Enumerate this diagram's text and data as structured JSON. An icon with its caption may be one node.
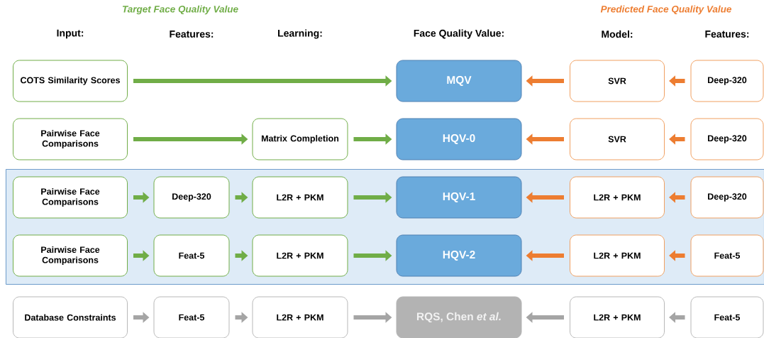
{
  "diagram": {
    "nodes": [
      {
        "text": [],
        "shape": "band"
      },
      {
        "text": [
          "COTS Similarity Scores"
        ]
      },
      {
        "text": [
          "MQV"
        ]
      },
      {
        "text": [
          "SVR"
        ]
      },
      {
        "text": [
          "Deep-320"
        ]
      },
      {
        "text": [
          "Pairwise Face Comparisons"
        ]
      },
      {
        "text": [
          "Matrix Completion"
        ]
      },
      {
        "text": [
          "HQV-0"
        ]
      },
      {
        "text": [
          "SVR"
        ]
      },
      {
        "text": [
          "Deep-320"
        ]
      },
      {
        "text": [
          "Pairwise Face Comparisons"
        ],
        "in": 0
      },
      {
        "text": [
          "Deep-320"
        ],
        "in": 0
      },
      {
        "text": [
          "L2R + PKM"
        ],
        "in": 0
      },
      {
        "text": [
          "HQV-1"
        ],
        "in": 0
      },
      {
        "text": [
          "L2R + PKM"
        ],
        "in": 0
      },
      {
        "text": [
          "Deep-320"
        ],
        "in": 0
      },
      {
        "text": [
          "Pairwise Face Comparisons"
        ],
        "in": 0
      },
      {
        "text": [
          "Feat-5"
        ],
        "in": 0
      },
      {
        "text": [
          "L2R + PKM"
        ],
        "in": 0
      },
      {
        "text": [
          "HQV-2"
        ],
        "in": 0
      },
      {
        "text": [
          "L2R + PKM"
        ],
        "in": 0
      },
      {
        "text": [
          "Feat-5"
        ],
        "in": 0
      },
      {
        "text": [
          "Database Constraints"
        ]
      },
      {
        "text": [
          "Feat-5"
        ]
      },
      {
        "text": [
          "L2R + PKM"
        ]
      },
      {
        "text": [
          "RQS, Chen *et al.*"
        ]
      },
      {
        "text": [
          "L2R + PKM"
        ]
      },
      {
        "text": [
          "Feat-5"
        ]
      }
    ],
    "edges": [
      {
        "from": 1,
        "to": 2,
        "arrow": "to"
      },
      {
        "from": 3,
        "to": 2,
        "arrow": "to",
        "color": "#ed7d31"
      },
      {
        "from": 4,
        "to": 3,
        "arrow": "to",
        "color": "#ed7d31"
      },
      {
        "from": 5,
        "to": 6,
        "arrow": "to"
      },
      {
        "from": 6,
        "to": 7,
        "arrow": "to"
      },
      {
        "from": 8,
        "to": 7,
        "arrow": "to",
        "color": "#ed7d31"
      },
      {
        "from": 9,
        "to": 8,
        "arrow": "to",
        "color": "#ed7d31"
      },
      {
        "from": 10,
        "to": 11,
        "arrow": "to"
      },
      {
        "from": 11,
        "to": 12,
        "arrow": "to"
      },
      {
        "from": 12,
        "to": 13,
        "arrow": "to"
      },
      {
        "from": 14,
        "to": 13,
        "arrow": "to",
        "color": "#ed7d31"
      },
      {
        "from": 15,
        "to": 14,
        "arrow": "to",
        "color": "#ed7d31"
      },
      {
        "from": 16,
        "to": 17,
        "arrow": "to"
      },
      {
        "from": 17,
        "to": 18,
        "arrow": "to"
      },
      {
        "from": 18,
        "to": 19,
        "arrow": "to"
      },
      {
        "from": 20,
        "to": 19,
        "arrow": "to",
        "color": "#ed7d31"
      },
      {
        "from": 21,
        "to": 20,
        "arrow": "to",
        "color": "#ed7d31"
      },
      {
        "from": 22,
        "to": 23,
        "arrow": "to",
        "color": "#a5a5a5"
      },
      {
        "from": 23,
        "to": 24,
        "arrow": "to",
        "color": "#a5a5a5"
      },
      {
        "from": 24,
        "to": 25,
        "arrow": "to",
        "color": "#a5a5a5"
      },
      {
        "from": 26,
        "to": 25,
        "arrow": "to",
        "color": "#a5a5a5"
      },
      {
        "from": 27,
        "to": 26,
        "arrow": "to",
        "color": "#a5a5a5"
      }
    ],
    "labels": [
      "Target Face Quality Value",
      "Predicted Face Quality Value",
      "Input:",
      "Features:",
      "Learning:",
      "Face Quality Value:",
      "Model:",
      "Features:"
    ]
  }
}
